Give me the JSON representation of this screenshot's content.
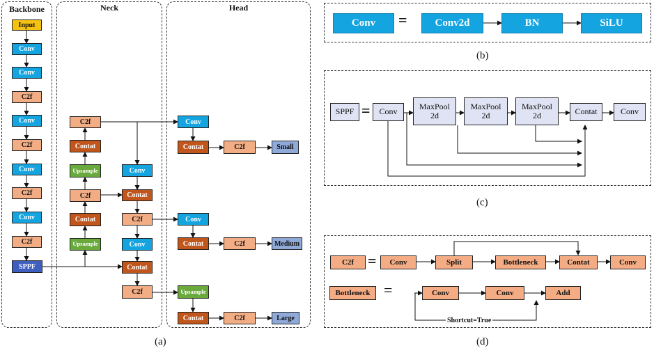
{
  "panels": {
    "backbone": "Backbone",
    "neck": "Neck",
    "head": "Head"
  },
  "captions": {
    "a": "(a)",
    "b": "(b)",
    "c": "(c)",
    "d": "(d)"
  },
  "nodes": {
    "input": "Input",
    "conv": "Conv",
    "c2f": "C2f",
    "sppf": "SPPF",
    "contat": "Contat",
    "upsample": "Upsample",
    "small": "Small",
    "medium": "Medium",
    "large": "Large"
  },
  "b": {
    "conv": "Conv",
    "eq": "=",
    "conv2d": "Conv2d",
    "bn": "BN",
    "silu": "SiLU"
  },
  "c": {
    "sppf": "SPPF",
    "eq": "=",
    "conv": "Conv",
    "maxpool": "MaxPool",
    "maxpool_2": "2d",
    "contat": "Contat"
  },
  "d": {
    "c2f": "C2f",
    "eq": "=",
    "conv": "Conv",
    "split": "Split",
    "bottleneck": "Bottleneck",
    "contat": "Contat",
    "bottleneck_lbl": "Bottleneck",
    "dash": "—",
    "add": "Add",
    "shortcut": "Shortcut=True"
  }
}
